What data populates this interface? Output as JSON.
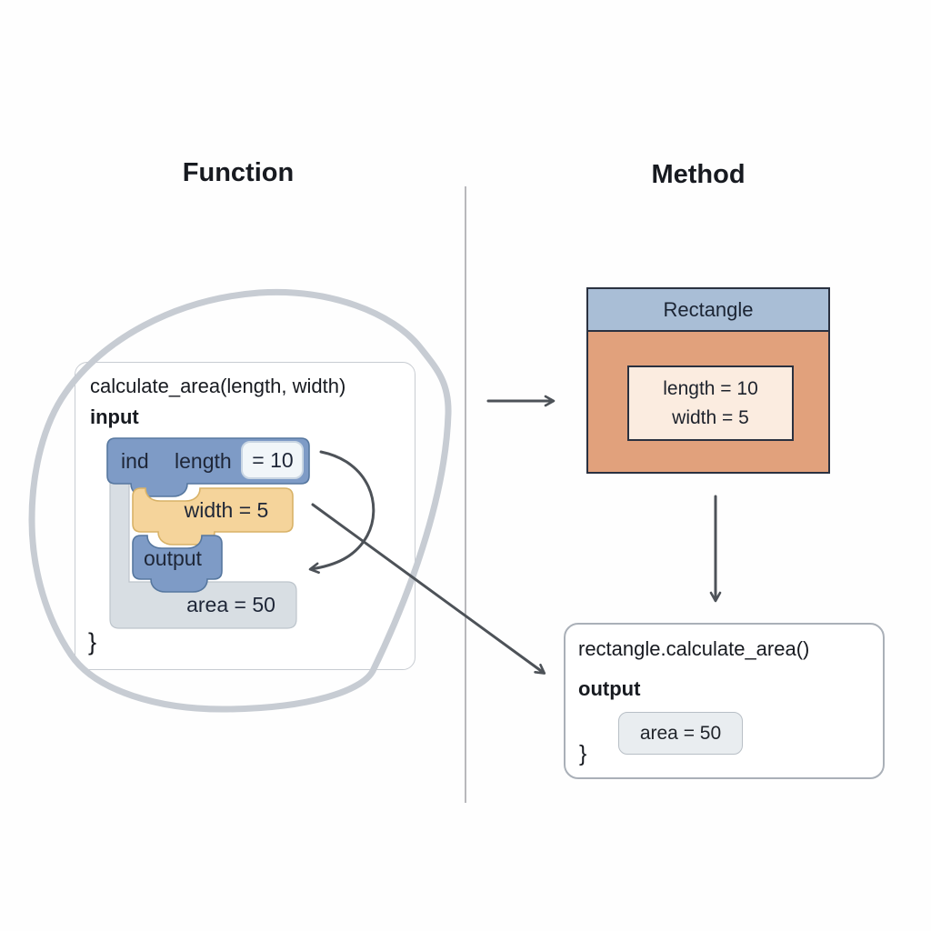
{
  "titles": {
    "left": "Function",
    "right": "Method"
  },
  "function_panel": {
    "signature": "calculate_area(length, width)",
    "input_label": "input",
    "closing_brace": "}",
    "blocks": {
      "keyword": "ind",
      "param_name": "length",
      "param_value": "= 10",
      "width_assignment": "width = 5",
      "output_label": "output",
      "result": "area = 50"
    }
  },
  "method_panel": {
    "class_box": {
      "title": "Rectangle",
      "attribute_1": "length = 10",
      "attribute_2": "width = 5"
    },
    "call_box": {
      "call_signature": "rectangle.calculate_area()",
      "output_label": "output",
      "result": "area = 50",
      "closing_brace": "}"
    }
  },
  "colors": {
    "block_blue": "#7E9BC6",
    "block_blue_border": "#56779F",
    "block_orange": "#F5D49B",
    "block_orange_border": "#D8B267",
    "block_gray": "#DEE4E8",
    "block_gray_border": "#BDC5CC",
    "c_frame": "#D8DEE3",
    "class_header": "#A9BED6",
    "class_body": "#E1A17C",
    "attr_box": "#FBECE0",
    "box_border_dark": "#2A3140",
    "arrow": "#4D5258",
    "sketch": "#C7CCD3",
    "divider": "#A7A7AB",
    "text_dark": "#171A20",
    "block_text": "#1E2637"
  }
}
